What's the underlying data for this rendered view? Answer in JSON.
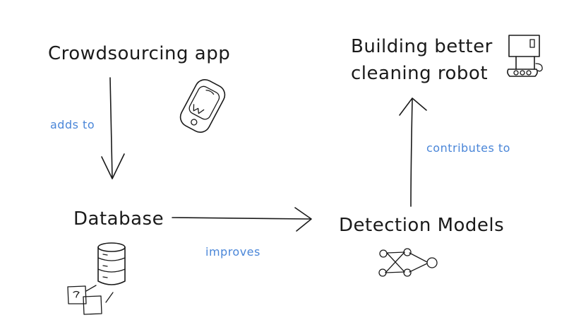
{
  "nodes": {
    "crowdsourcing": {
      "label": "Crowdsourcing app",
      "icon": "phone-icon"
    },
    "database": {
      "label": "Database",
      "icon": "database-icon"
    },
    "detection": {
      "label": "Detection Models",
      "icon": "neural-network-icon"
    },
    "robot": {
      "label_lines": [
        "Building better",
        "cleaning robot"
      ],
      "icon": "robot-icon"
    }
  },
  "edges": {
    "adds_to": {
      "label": "adds to",
      "from": "Crowdsourcing app",
      "to": "Database"
    },
    "improves": {
      "label": "improves",
      "from": "Database",
      "to": "Detection Models"
    },
    "contributes_to": {
      "label": "contributes to",
      "from": "Detection Models",
      "to": "Building better cleaning robot"
    }
  },
  "colors": {
    "ink": "#1a1a1a",
    "edge_label": "#4a86d8",
    "background": "#ffffff"
  }
}
